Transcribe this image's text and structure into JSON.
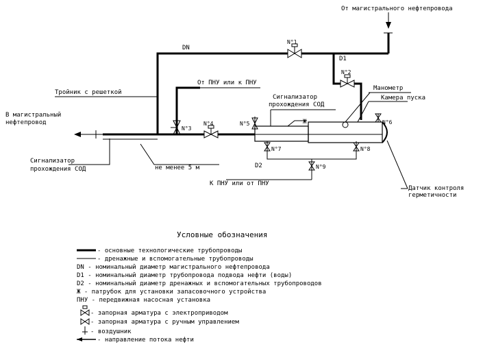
{
  "labels": {
    "from_main": "От магистрального нефтепровода",
    "dn": "DN",
    "d1": "D1",
    "d2": "D2",
    "n1": "N°1",
    "n2": "N°2",
    "n3": "N°3",
    "n4": "N°4",
    "n5": "N°5",
    "n6": "N°6",
    "n7": "N°7",
    "n8": "N°8",
    "n9": "N°9",
    "manometer": "Манометр",
    "launch_chamber": "Камера пуска",
    "signal_sod_top_1": "Сигнализатор",
    "signal_sod_top_2": "прохождения СОД",
    "from_pnu": "От ПНУ или к ПНУ",
    "tee": "Тройник с решеткой",
    "to_main_1": "В магистральный",
    "to_main_2": "нефтепровод",
    "signal_sod_bottom_1": "Сигнализатор",
    "signal_sod_bottom_2": "прохождения СОД",
    "not_less": "не менее 5 м",
    "to_pnu": "К ПНУ или от ПНУ",
    "sensor_1": "Датчик контроля",
    "sensor_2": "герметичности",
    "zh": "Ж"
  },
  "legend": {
    "title": "Условные обозначения",
    "items": [
      "- основные технологические трубопроводы",
      "- дренажные и вспомогательные трубопроводы",
      "DN - номинальный диаметр магистрального нефтепровода",
      "D1 - номинальный диаметр трубопровода подвода нефти (воды)",
      "D2 - номинальный диаметр дренажных и вспомогательных трубопроводов",
      "Ж - патрубок для установки запасовочного устройства",
      "ПНУ - передвижная насосная установка",
      "- запорная арматура с электроприводом",
      "- запорная арматура с ручным управлением",
      "- воздушник",
      "- направление потока нефти"
    ]
  }
}
